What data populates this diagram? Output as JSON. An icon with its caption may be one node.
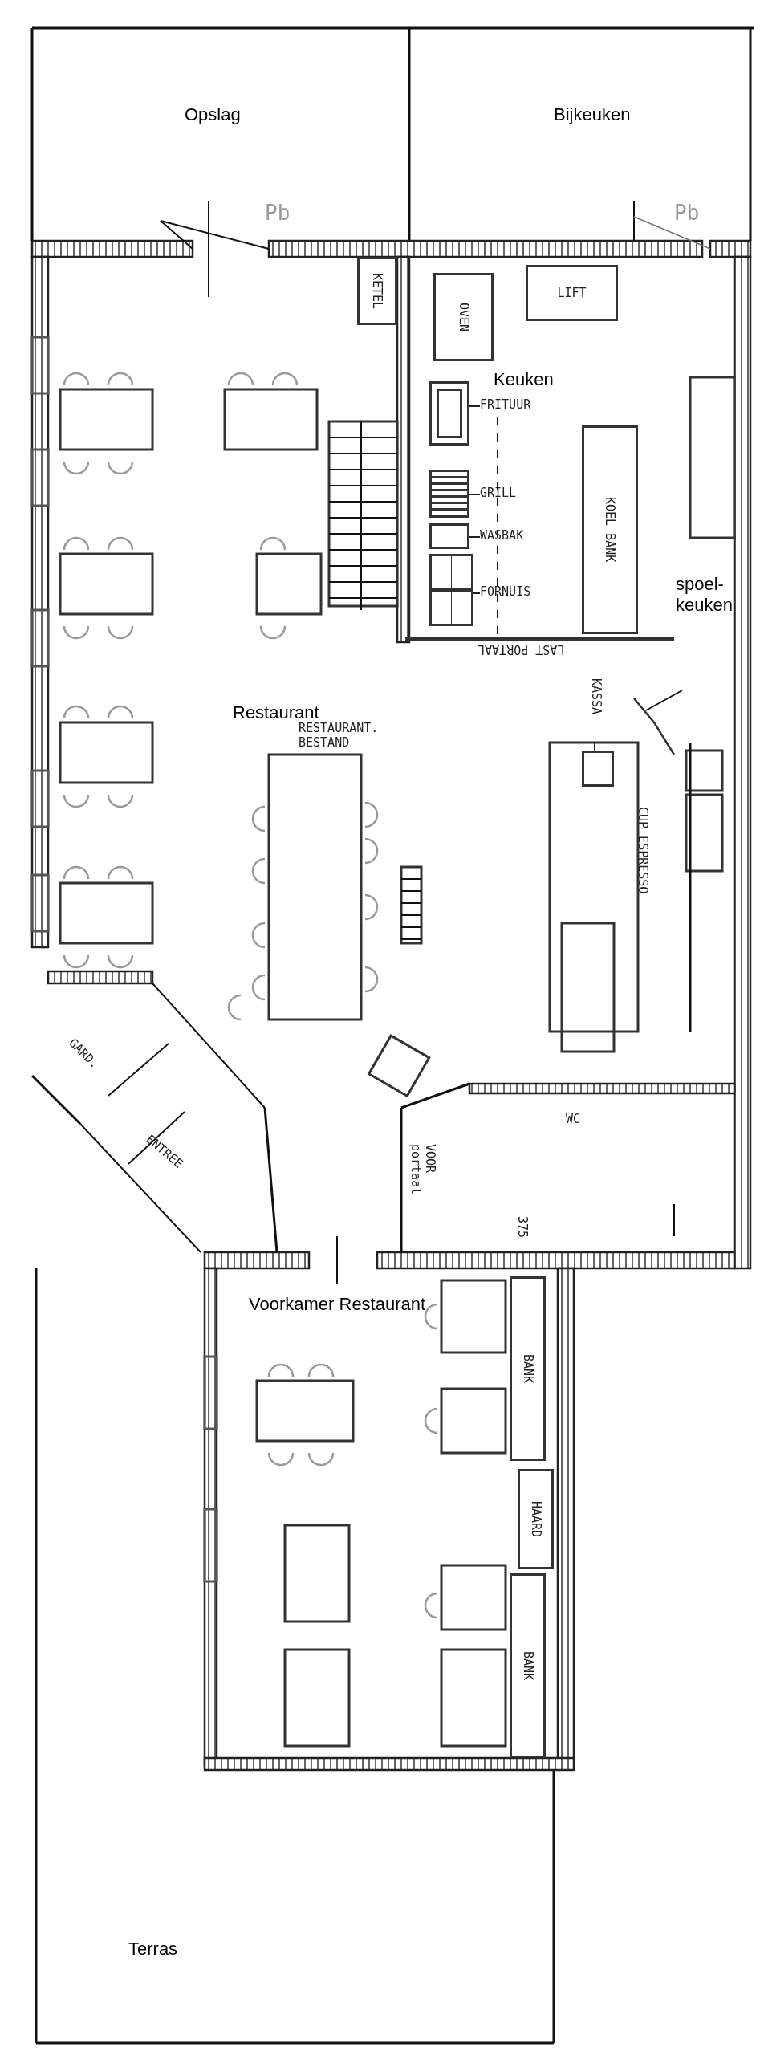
{
  "diagram": {
    "nodes": [
      {
        "text": [
          "Opslag"
        ]
      },
      {
        "text": [
          "Bijkeuken"
        ]
      },
      {
        "text": [
          "Restaurant"
        ]
      },
      {
        "text": [
          "Keuken"
        ]
      },
      {
        "text": [
          "spoel-keuken"
        ]
      },
      {
        "text": [
          "Voorkamer Restaurant"
        ]
      },
      {
        "text": [
          "Terras"
        ]
      },
      {
        "text": [
          "KETEL"
        ],
        "in": 2
      },
      {
        "text": [
          "OVEN"
        ],
        "in": 3
      },
      {
        "text": [
          "LIFT"
        ],
        "in": 3
      },
      {
        "text": [
          "KOEL BANK"
        ],
        "in": 3
      },
      {
        "text": [
          "FRITUUR"
        ],
        "in": 3
      },
      {
        "text": [],
        "shape": "box",
        "in": 3
      },
      {
        "text": [
          "GRILL"
        ],
        "in": 3
      },
      {
        "text": [],
        "shape": "box",
        "in": 3
      },
      {
        "text": [
          "WASBAK"
        ],
        "in": 3
      },
      {
        "text": [],
        "shape": "box",
        "in": 3
      },
      {
        "text": [
          "FORNUIS"
        ],
        "in": 3
      },
      {
        "text": [],
        "shape": "box",
        "in": 3
      },
      {
        "text": [
          "KASSA"
        ],
        "in": 2
      },
      {
        "text": [],
        "shape": "box",
        "in": 2
      },
      {
        "text": [
          "BANK"
        ],
        "in": 5
      },
      {
        "text": [
          "HAARD"
        ],
        "in": 5
      },
      {
        "text": [
          "BANK"
        ],
        "in": 5
      }
    ],
    "edges": [
      {
        "from": 11,
        "to": 12,
        "arrow": "none"
      },
      {
        "from": 13,
        "to": 14,
        "arrow": "none"
      },
      {
        "from": 15,
        "to": 16,
        "arrow": "none"
      },
      {
        "from": 17,
        "to": 18,
        "arrow": "none"
      },
      {
        "from": 19,
        "to": 20,
        "arrow": "none"
      }
    ],
    "labels": [
      "Pb",
      "Pb",
      "LAST PORTAAL",
      "RESTAURANT. BESTAND",
      "CUP ESPRESSO",
      "GARD.",
      "ENTREE",
      "VOOR portaal",
      "WC",
      "375"
    ]
  }
}
